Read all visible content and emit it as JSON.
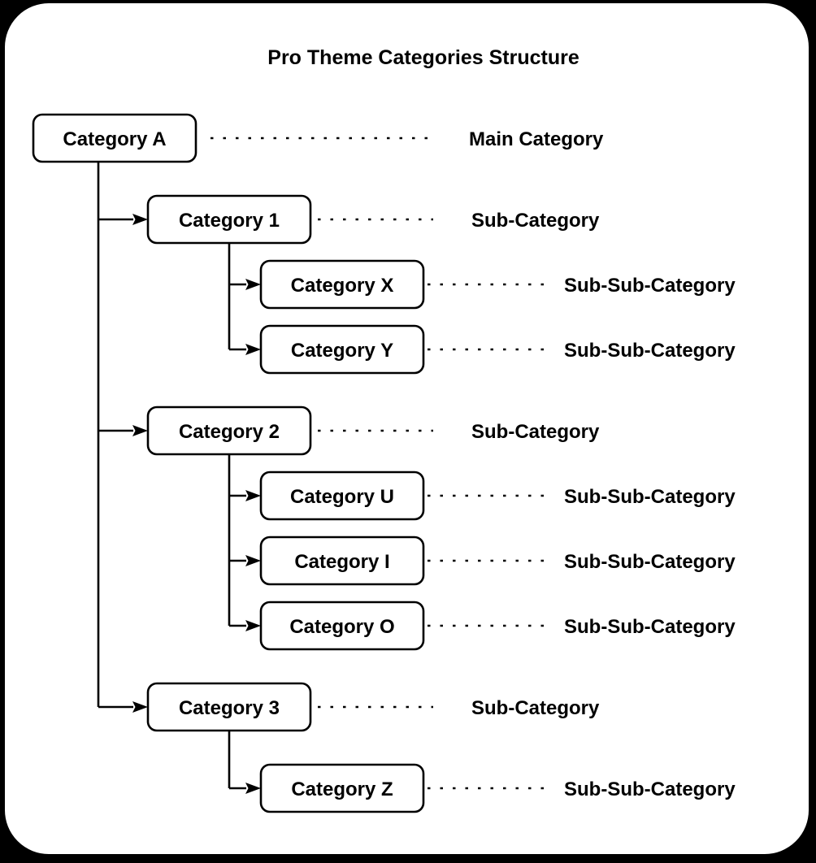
{
  "title": "Pro Theme Categories Structure",
  "colors": {
    "background": "#000000",
    "panel": "#ffffff",
    "line": "#000000",
    "text": "#000000"
  },
  "diagram": {
    "nodes": [
      {
        "label": "Category A",
        "type": "Main Category"
      },
      {
        "label": "Category 1",
        "type": "Sub-Category"
      },
      {
        "label": "Category X",
        "type": "Sub-Sub-Category"
      },
      {
        "label": "Category Y",
        "type": "Sub-Sub-Category"
      },
      {
        "label": "Category 2",
        "type": "Sub-Category"
      },
      {
        "label": "Category U",
        "type": "Sub-Sub-Category"
      },
      {
        "label": "Category I",
        "type": "Sub-Sub-Category"
      },
      {
        "label": "Category O",
        "type": "Sub-Sub-Category"
      },
      {
        "label": "Category 3",
        "type": "Sub-Category"
      },
      {
        "label": "Category Z",
        "type": "Sub-Sub-Category"
      }
    ],
    "hierarchy": {
      "Category A": [
        "Category 1",
        "Category 2",
        "Category 3"
      ],
      "Category 1": [
        "Category X",
        "Category Y"
      ],
      "Category 2": [
        "Category U",
        "Category I",
        "Category O"
      ],
      "Category 3": [
        "Category Z"
      ]
    }
  }
}
